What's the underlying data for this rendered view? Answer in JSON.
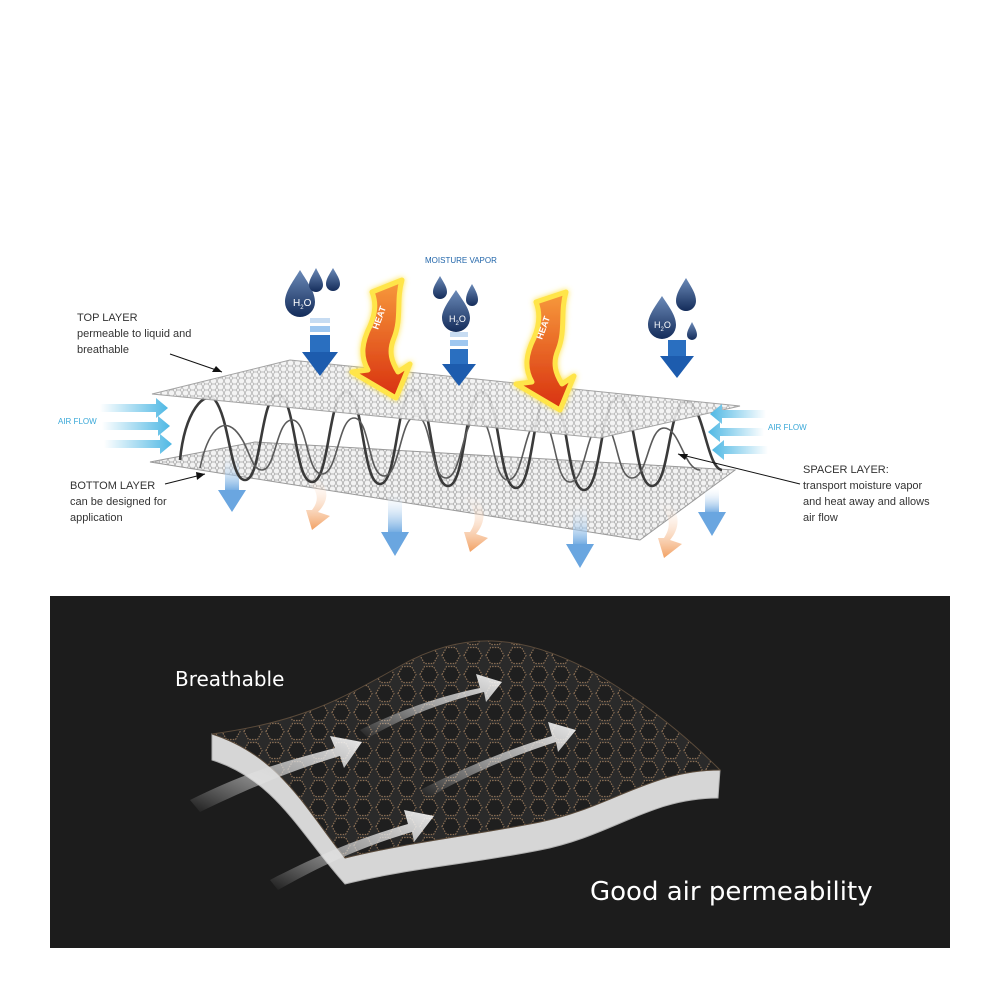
{
  "top_diagram": {
    "moisture_vapor": "MOISTURE VAPOR",
    "heat": "HEAT",
    "h2o_sub": "2",
    "h_letter": "H",
    "o_letter": "O",
    "air_flow_left": "AIR FLOW",
    "air_flow_right": "AIR FLOW",
    "top_layer": {
      "line1": "TOP LAYER",
      "line2": "permeable to liquid and",
      "line3": "breathable"
    },
    "bottom_layer": {
      "line1": "BOTTOM LAYER",
      "line2": "can be designed for",
      "line3": "application"
    },
    "spacer_layer": {
      "line1": "SPACER LAYER:",
      "line2": "transport moisture vapor",
      "line3": "and heat away and allows",
      "line4": "air flow"
    }
  },
  "bottom_panel": {
    "breathable": "Breathable",
    "tagline": "Good air permeability"
  },
  "colors": {
    "water_drop": "#1e3a6e",
    "down_arrow": "#2a6fc0",
    "heat_arrow": "#e8461c",
    "heat_glow": "#ffe54a",
    "air_flow": "#5bc0e6",
    "panel_bg": "#1c1c1c",
    "fabric": "#d8d8d8"
  }
}
